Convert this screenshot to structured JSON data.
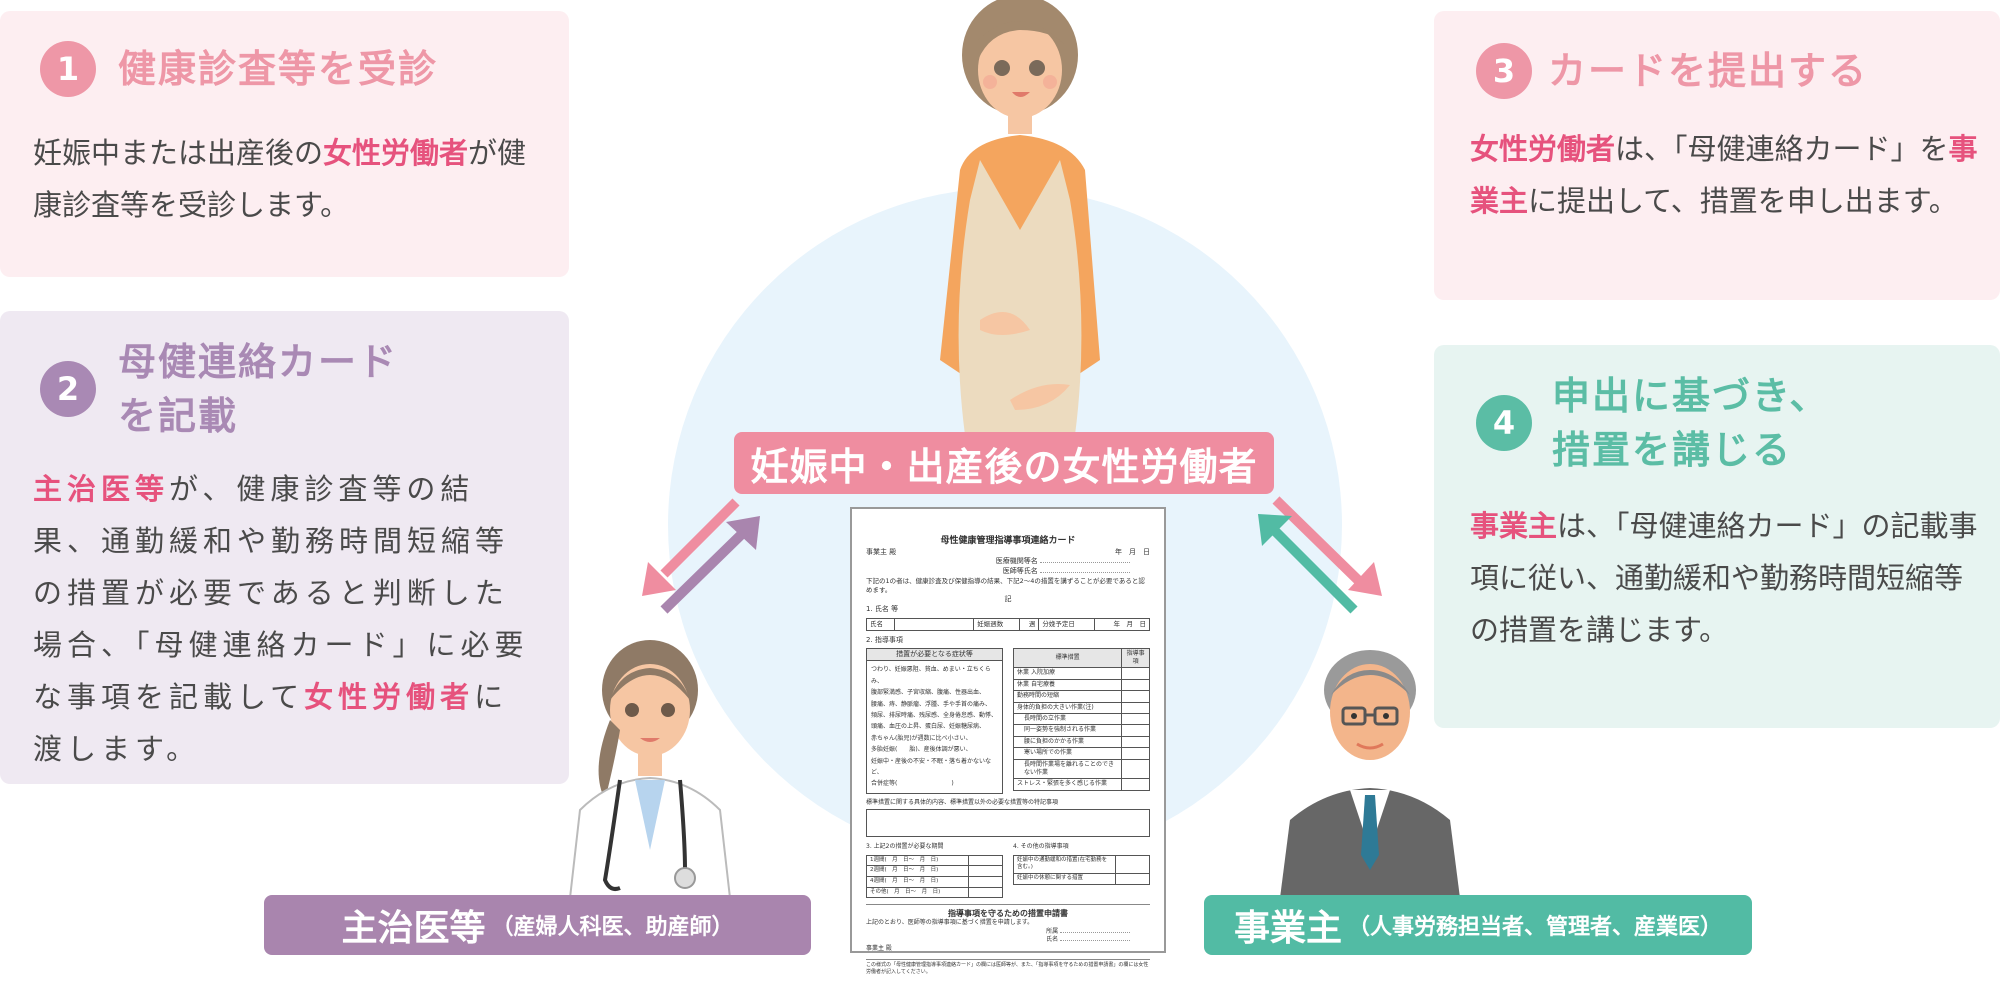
{
  "steps": [
    {
      "number": "1",
      "title_lines": [
        "健康診査等を受診"
      ],
      "color": "#ee97a7",
      "body": [
        {
          "text": "妊娠中または出産後の",
          "highlight": false
        },
        {
          "text": "女性労働者",
          "highlight": true
        },
        {
          "text": "が健康診査等を受診します。",
          "highlight": false
        }
      ]
    },
    {
      "number": "2",
      "title_lines": [
        "母健連絡カード",
        "を記載"
      ],
      "color": "#a989b4",
      "body": [
        {
          "text": "主治医等",
          "highlight": true
        },
        {
          "text": "が、健康診査等の結果、通勤緩和や勤務時間短縮等の措置が必要であると判断した場合、「母健連絡カード」に必要な事項を記載して",
          "highlight": false
        },
        {
          "text": "女性労働者",
          "highlight": true
        },
        {
          "text": "に渡します。",
          "highlight": false
        }
      ]
    },
    {
      "number": "3",
      "title_lines": [
        "カードを提出する"
      ],
      "color": "#ee97a7",
      "body": [
        {
          "text": "女性労働者",
          "highlight": true
        },
        {
          "text": "は、「母健連絡カード」を",
          "highlight": false
        },
        {
          "text": "事業主",
          "highlight": true
        },
        {
          "text": "に提出して、措置を申し出ます。",
          "highlight": false
        }
      ]
    },
    {
      "number": "4",
      "title_lines": [
        "申出に基づき、",
        "措置を講じる"
      ],
      "color": "#5bbda5",
      "body": [
        {
          "text": "事業主",
          "highlight": true
        },
        {
          "text": "は、「母健連絡カード」の記載事項に従い、通勤緩和や勤務時間短縮等の措置を講じます。",
          "highlight": false
        }
      ]
    }
  ],
  "roles": {
    "worker": {
      "label": "妊娠中・出産後の女性労働者",
      "color": "#ef8da0"
    },
    "doctor": {
      "label": "主治医等",
      "sublabel": "（産婦人科医、助産師）",
      "color": "#a985ae"
    },
    "employer": {
      "label": "事業主",
      "sublabel": "（人事労務担当者、管理者、産業医）",
      "color": "#52bba4"
    }
  },
  "arrows": [
    {
      "from": "worker",
      "to": "doctor",
      "color": "#ef8da0"
    },
    {
      "from": "doctor",
      "to": "worker",
      "color": "#a985ae"
    },
    {
      "from": "worker",
      "to": "employer",
      "color": "#ef8da0"
    },
    {
      "from": "employer",
      "to": "worker",
      "color": "#52bba4"
    }
  ],
  "document": {
    "title": "母性健康管理指導事項連絡カード",
    "date": "年　月　日",
    "addressee": "事業主 殿",
    "institution_label": "医療機関等名",
    "doctor_label": "医師等氏名",
    "intro": "下記の1の者は、健康診査及び保健指導の結果、下記2〜4の措置を講ずることが必要であると認めます。",
    "ki": "記",
    "sec1": "1. 氏名 等",
    "sec1_cells": [
      "氏名",
      "",
      "妊娠週数",
      "週",
      "分娩予定日",
      "年　月　日"
    ],
    "sec2": "2. 指導事項",
    "symptoms_label": "症状等",
    "symptoms_header": "措置が必要となる症状等",
    "symptoms": [
      "つわり、妊娠悪阻、貧血、めまい・立ちくらみ、",
      "腹部緊満感、子宮収縮、腹痛、性器出血、",
      "腰痛、痔、静脈瘤、浮腫、手や手首の痛み、",
      "頻尿、排尿時痛、残尿感、全身倦怠感、動悸、",
      "頭痛、血圧の上昇、蛋白尿、妊娠糖尿病、",
      "赤ちゃん(胎児)が週数に比べ小さい、",
      "多胎妊娠(　　胎)、産後体調が悪い、",
      "妊娠中・産後の不安・不眠・落ち着かないなど、",
      "合併症等(　　　　　　　　　)"
    ],
    "measures_label": "指導事項",
    "measures_header": [
      "標準措置",
      "指導事項"
    ],
    "measures": [
      "休業 入院加療",
      "休業 自宅療養",
      "勤務時間の短縮",
      "身体的負担の大きい作業(注)",
      "長時間の立作業",
      "同一姿勢を強制される作業",
      "腰に負担のかかる作業",
      "寒い場所での作業",
      "長時間作業場を離れることのできない作業",
      "ストレス・緊張を多く感じる作業"
    ],
    "special_notes_label": "標準措置に関する具体的内容、標準措置以外の必要な措置等の特記事項",
    "sec3": "3. 上記2の措置が必要な期間",
    "periods": [
      "1週間(　月　日〜　月　日)",
      "2週間(　月　日〜　月　日)",
      "4週間(　月　日〜　月　日)",
      "その他(　月　日〜　月　日)"
    ],
    "sec4": "4. その他の指導事項",
    "other_measures": [
      "妊娠中の通勤緩和の措置(在宅勤務を含む。)",
      "妊娠中の休憩に関する措置"
    ],
    "application_title": "指導事項を守るための措置申請書",
    "application_text": "上記のとおり、医師等の指導事項に基づく措置を申請します。",
    "affiliation_label": "所属",
    "name_label": "氏名",
    "application_addressee": "事業主 殿",
    "footnote": "この様式の「母性健康管理指導事項連絡カード」の欄には医師等が、また、「指導事項を守るための措置申請書」の欄には女性労働者が記入してください。"
  },
  "colors": {
    "pink_accent": "#ee97a7",
    "purple_accent": "#a989b4",
    "green_accent": "#5bbda5",
    "highlight_text": "#e6527d",
    "circle_bg": "#e8f4fc"
  }
}
